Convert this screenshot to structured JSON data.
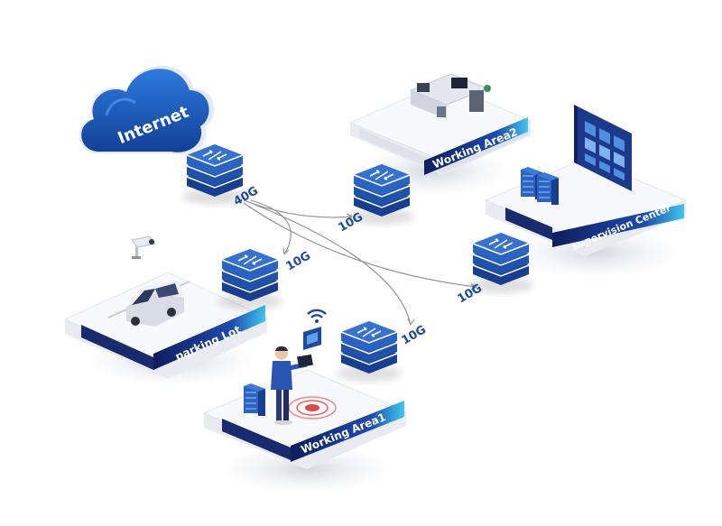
{
  "cloud": {
    "label": "Internet"
  },
  "areas": {
    "working_area2": "Working Area2",
    "supervision_center": "supervision Center",
    "parking_lot": "parking Lot",
    "working_area1": "Working Area1"
  },
  "links": {
    "core": "40G",
    "to_working_area2": "10G",
    "to_parking_lot": "10G",
    "to_supervision_center": "10G",
    "to_working_area1": "10G"
  },
  "colors": {
    "primary_blue": "#1d4b9a",
    "dark_navy": "#13205a",
    "accent_cyan": "#4fd3ee",
    "platform_top": "#f7f8fb"
  },
  "icons": [
    "cloud-icon",
    "network-switch-icon",
    "cctv-camera-icon",
    "van-icon",
    "wifi-icon",
    "server-rack-icon",
    "monitor-icon",
    "person-icon",
    "radar-icon",
    "office-desk-icon"
  ]
}
